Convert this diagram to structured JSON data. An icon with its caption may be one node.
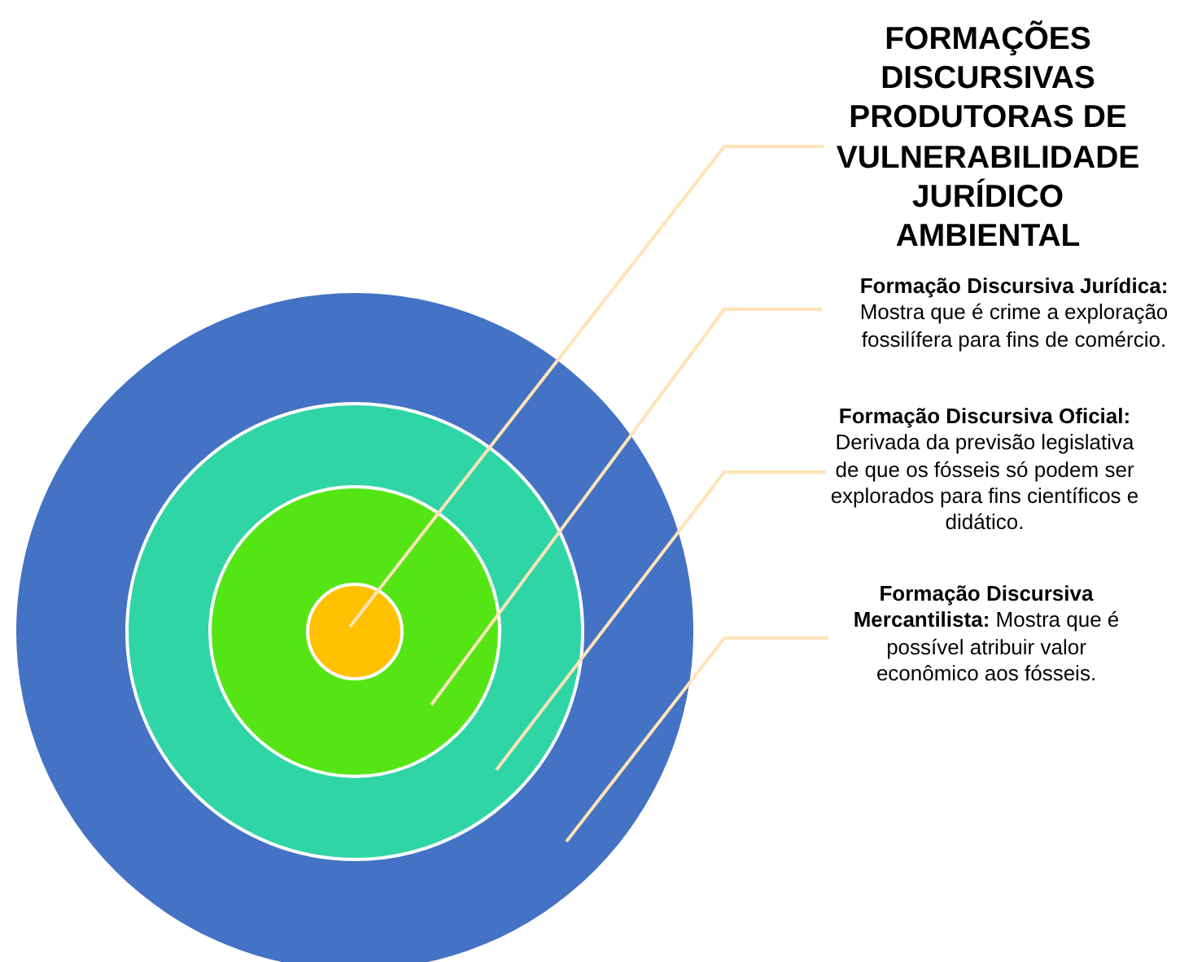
{
  "diagram": {
    "nodes": [
      {
        "text": [
          "FORMAÇÕES DISCURSIVAS PRODUTORAS DE VULNERABILIDADE JURÍDICO AMBIENTAL"
        ]
      },
      {
        "text": [
          "Formação Discursiva Jurídica:",
          "Mostra que é crime a exploração fossilífera para fins de comércio."
        ]
      },
      {
        "text": [
          "Formação Discursiva Oficial:",
          "Derivada da previsão legislativa de que os fósseis só podem ser explorados para fins científicos e didático."
        ]
      },
      {
        "text": [
          "**Formação Discursiva Mercantilista:** Mostra que é possível atribuir valor econômico aos fósseis."
        ]
      },
      {
        "text": [],
        "shape": "circle"
      },
      {
        "text": [],
        "shape": "circle",
        "in": 4
      },
      {
        "text": [],
        "shape": "circle",
        "in": 5
      },
      {
        "text": [],
        "shape": "circle",
        "in": 6
      }
    ],
    "edges": [
      {
        "from": 0,
        "to": 7,
        "arrow": "none"
      },
      {
        "from": 1,
        "to": 6,
        "arrow": "none"
      },
      {
        "from": 2,
        "to": 5,
        "arrow": "none"
      },
      {
        "from": 3,
        "to": 4,
        "arrow": "none"
      }
    ]
  }
}
